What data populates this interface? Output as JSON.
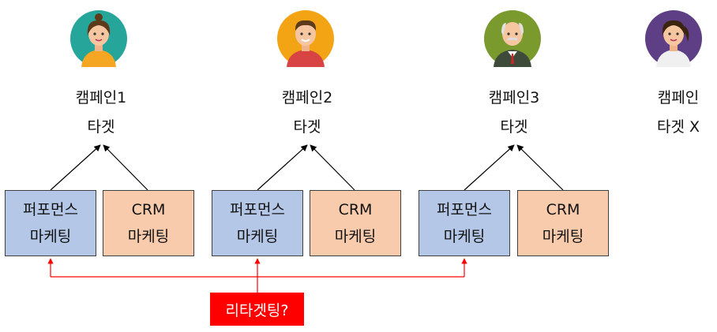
{
  "campaigns": [
    {
      "title": "캠페인1",
      "target": "타겟"
    },
    {
      "title": "캠페인2",
      "target": "타겟"
    },
    {
      "title": "캠페인3",
      "target": "타겟"
    },
    {
      "title": "캠페인",
      "target": "타겟 X"
    }
  ],
  "boxes": {
    "performance_line1": "퍼포먼스",
    "performance_line2": "마케팅",
    "crm_line1": "CRM",
    "crm_line2": "마케팅"
  },
  "retargeting_label": "리타겟팅?",
  "colors": {
    "performance_box": "#b4c7e7",
    "crm_box": "#f8cbad",
    "retargeting": "#ff0000"
  },
  "icons": [
    "woman-orange-shirt-icon",
    "man-red-shirt-icon",
    "old-man-suit-icon",
    "woman-white-shirt-icon"
  ]
}
